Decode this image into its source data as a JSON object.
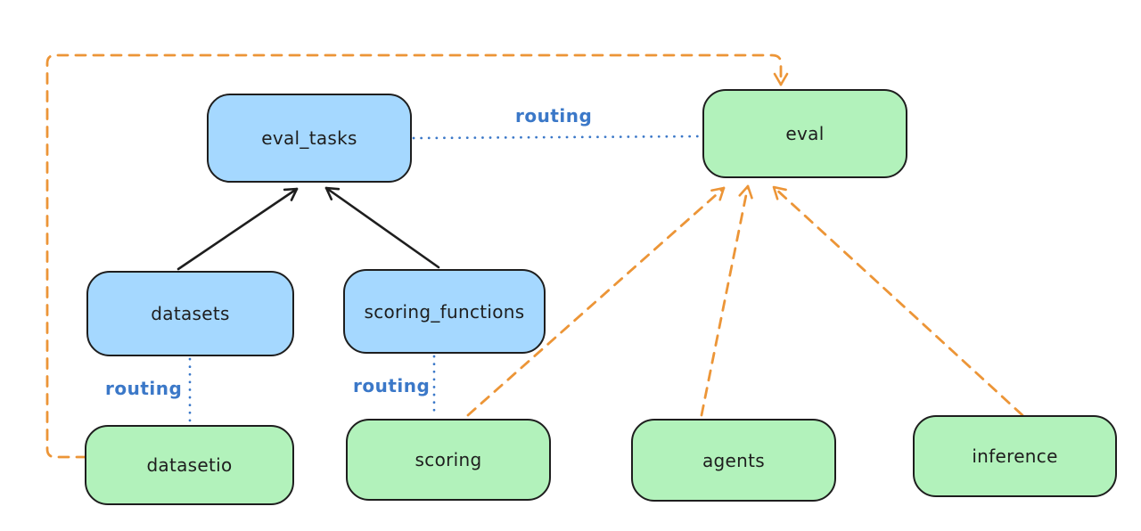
{
  "diagram": {
    "type": "flow-diagram",
    "background": "#ffffff",
    "colors": {
      "blue_node_fill": "#a5d8ff",
      "green_node_fill": "#b2f2bb",
      "node_stroke": "#1e1e1e",
      "solid_arrow": "#1e1e1e",
      "dashed_arrow_orange": "#ec9537",
      "routing_blue": "#3b78c8"
    },
    "nodes": [
      {
        "id": "eval_tasks",
        "label": "eval_tasks",
        "fill": "blue"
      },
      {
        "id": "eval",
        "label": "eval",
        "fill": "green"
      },
      {
        "id": "datasets",
        "label": "datasets",
        "fill": "blue"
      },
      {
        "id": "scoring_functions",
        "label": "scoring_functions",
        "fill": "blue"
      },
      {
        "id": "datasetio",
        "label": "datasetio",
        "fill": "green"
      },
      {
        "id": "scoring",
        "label": "scoring",
        "fill": "green"
      },
      {
        "id": "agents",
        "label": "agents",
        "fill": "green"
      },
      {
        "id": "inference",
        "label": "inference",
        "fill": "green"
      }
    ],
    "edges": [
      {
        "from": "datasets",
        "to": "eval_tasks",
        "style": "solid-black-arrow"
      },
      {
        "from": "scoring_functions",
        "to": "eval_tasks",
        "style": "solid-black-arrow"
      },
      {
        "from": "eval_tasks",
        "to": "eval",
        "style": "dotted-blue-line",
        "label": "routing"
      },
      {
        "from": "datasets",
        "to": "datasetio",
        "style": "dotted-blue-line",
        "label": "routing"
      },
      {
        "from": "scoring_functions",
        "to": "scoring",
        "style": "dotted-blue-line",
        "label": "routing"
      },
      {
        "from": "datasetio",
        "to": "eval",
        "style": "dashed-orange-arrow"
      },
      {
        "from": "scoring",
        "to": "eval",
        "style": "dashed-orange-arrow"
      },
      {
        "from": "agents",
        "to": "eval",
        "style": "dashed-orange-arrow"
      },
      {
        "from": "inference",
        "to": "eval",
        "style": "dashed-orange-arrow"
      }
    ]
  }
}
